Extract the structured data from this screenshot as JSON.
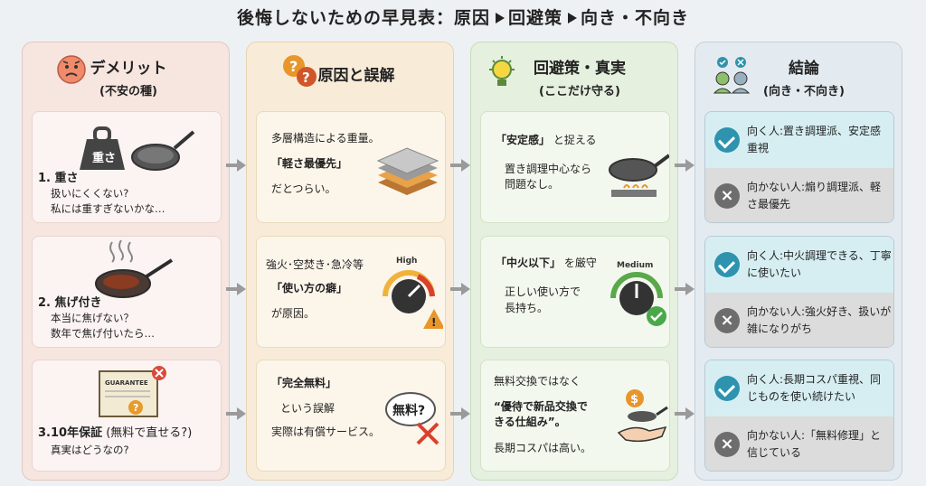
{
  "title": {
    "part1": "後悔しないための早見表：原因",
    "part2": "回避策",
    "part3": "向き・不向き"
  },
  "columns": [
    {
      "title": "デメリット",
      "subtitle": "(不安の種)"
    },
    {
      "title": "原因と誤解",
      "subtitle": ""
    },
    {
      "title": "回避策・真実",
      "subtitle": "(ここだけ守る)"
    },
    {
      "title": "結論",
      "subtitle": "(向き・不向き)"
    }
  ],
  "demerits": [
    {
      "heading": "1. 重さ",
      "line1": "扱いにくくない?",
      "line2": "私には重すぎないかな…",
      "icon_label": "重さ"
    },
    {
      "heading": "2. 焦げ付き",
      "line1": "本当に焦げない？",
      "line2": "数年で焦げ付いたら…"
    },
    {
      "heading": "3.10年保証",
      "heading_note": "(無料で直せる?)",
      "line1": "真実はどうなの?",
      "icon_label": "GUARANTEE"
    }
  ],
  "causes": [
    {
      "line1": "多層構造による重量。",
      "line2": "「軽さ最優先」",
      "line3": "だとつらい。"
    },
    {
      "line1": "強火･空焚き･急冷等",
      "line2": "「使い方の癖」",
      "line3": "が原因。",
      "gauge_label": "High"
    },
    {
      "line1": "「完全無料」",
      "line2": "という誤解",
      "line3": "実際は有償サービス。",
      "bubble_label": "無料?"
    }
  ],
  "solutions": [
    {
      "line1a": "「安定感」",
      "line1b": "と捉える",
      "line2": "置き調理中心なら",
      "line3": "問題なし。"
    },
    {
      "line1a": "「中火以下」",
      "line1b": "を厳守",
      "line2": "正しい使い方で",
      "line3": "長持ち。",
      "gauge_label": "Medium"
    },
    {
      "line1": "無料交換ではなく",
      "line2": "“優待で新品交換で",
      "line3": "きる仕組み”。",
      "line4": "長期コスパは高い。",
      "coin_label": "$"
    }
  ],
  "conclusions": [
    {
      "good": "向く人:置き調理派、安定感重視",
      "bad": "向かない人:煽り調理派、軽さ最優先"
    },
    {
      "good": "向く人:中火調理できる、丁寧に使いたい",
      "bad": "向かない人:強火好き、扱いが雑になりがち"
    },
    {
      "good": "向く人:長期コスパ重視、同じものを使い続けたい",
      "bad": "向かない人:「無料修理」と信じている"
    }
  ]
}
